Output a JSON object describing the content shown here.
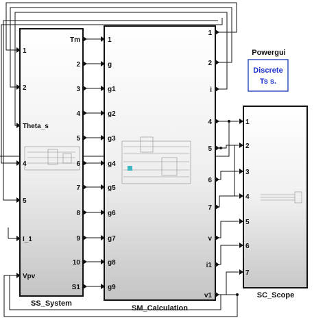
{
  "blocks": {
    "ss_system": {
      "name": "SS_System",
      "inputs": [
        "1",
        "2",
        "Theta_s",
        "4",
        "5",
        "I_1",
        "Vpv"
      ],
      "outputs": [
        "Tm",
        "2",
        "3",
        "4",
        "5",
        "6",
        "7",
        "8",
        "9",
        "10",
        "S1"
      ]
    },
    "sm_calculation": {
      "name": "SM_Calculation",
      "inputs": [
        "1",
        "g",
        "g1",
        "g2",
        "g3",
        "g4",
        "g5",
        "g6",
        "g7",
        "g8",
        "g9"
      ],
      "outputs": [
        "1",
        "2",
        "i",
        "4",
        "5",
        "6",
        "7",
        "v",
        "i1",
        "v1"
      ]
    },
    "sc_scope": {
      "name": "SC_Scope",
      "inputs": [
        "1",
        "2",
        "3",
        "4",
        "5",
        "6",
        "7"
      ]
    },
    "powergui": {
      "title": "Powergui",
      "line1": "Discrete",
      "line2": "Ts s."
    }
  },
  "colors": {
    "block_border": "#111111",
    "block_gradient_top": "#ffffff",
    "block_gradient_bottom": "#c8c8c8",
    "powergui_text": "#1a2fd0",
    "powergui_border": "#3050c0"
  }
}
